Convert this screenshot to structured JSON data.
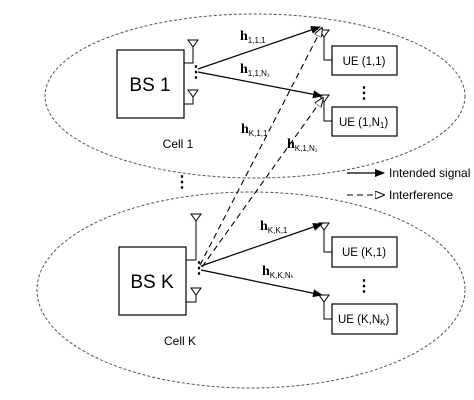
{
  "cells": [
    {
      "bs_label": "BS 1",
      "cell_label": "Cell 1",
      "ue_top": "UE (1,1)",
      "ue_bottom": "UE (1,N",
      "ue_bottom_sub": "1",
      "ue_bottom_close": ")"
    },
    {
      "bs_label": "BS K",
      "cell_label": "Cell K",
      "ue_top": "UE (K,1)",
      "ue_bottom": "UE (K,N",
      "ue_bottom_sub": "K",
      "ue_bottom_close": ")"
    }
  ],
  "channels": [
    {
      "base": "h",
      "sub": "1,1,1"
    },
    {
      "base": "h",
      "sub": "1,1,N₁"
    },
    {
      "base": "h",
      "sub": "K,1,1"
    },
    {
      "base": "h",
      "sub": "K,1,N₁"
    },
    {
      "base": "h",
      "sub": "K,K,1"
    },
    {
      "base": "h",
      "sub": "K,K,Nₖ"
    }
  ],
  "legend": {
    "intended": "Intended signal",
    "interference": "Interference"
  },
  "ellipsis": "⋮",
  "colors": {
    "stroke": "#000000",
    "ellipse": "#555555",
    "background": "#ffffff"
  }
}
